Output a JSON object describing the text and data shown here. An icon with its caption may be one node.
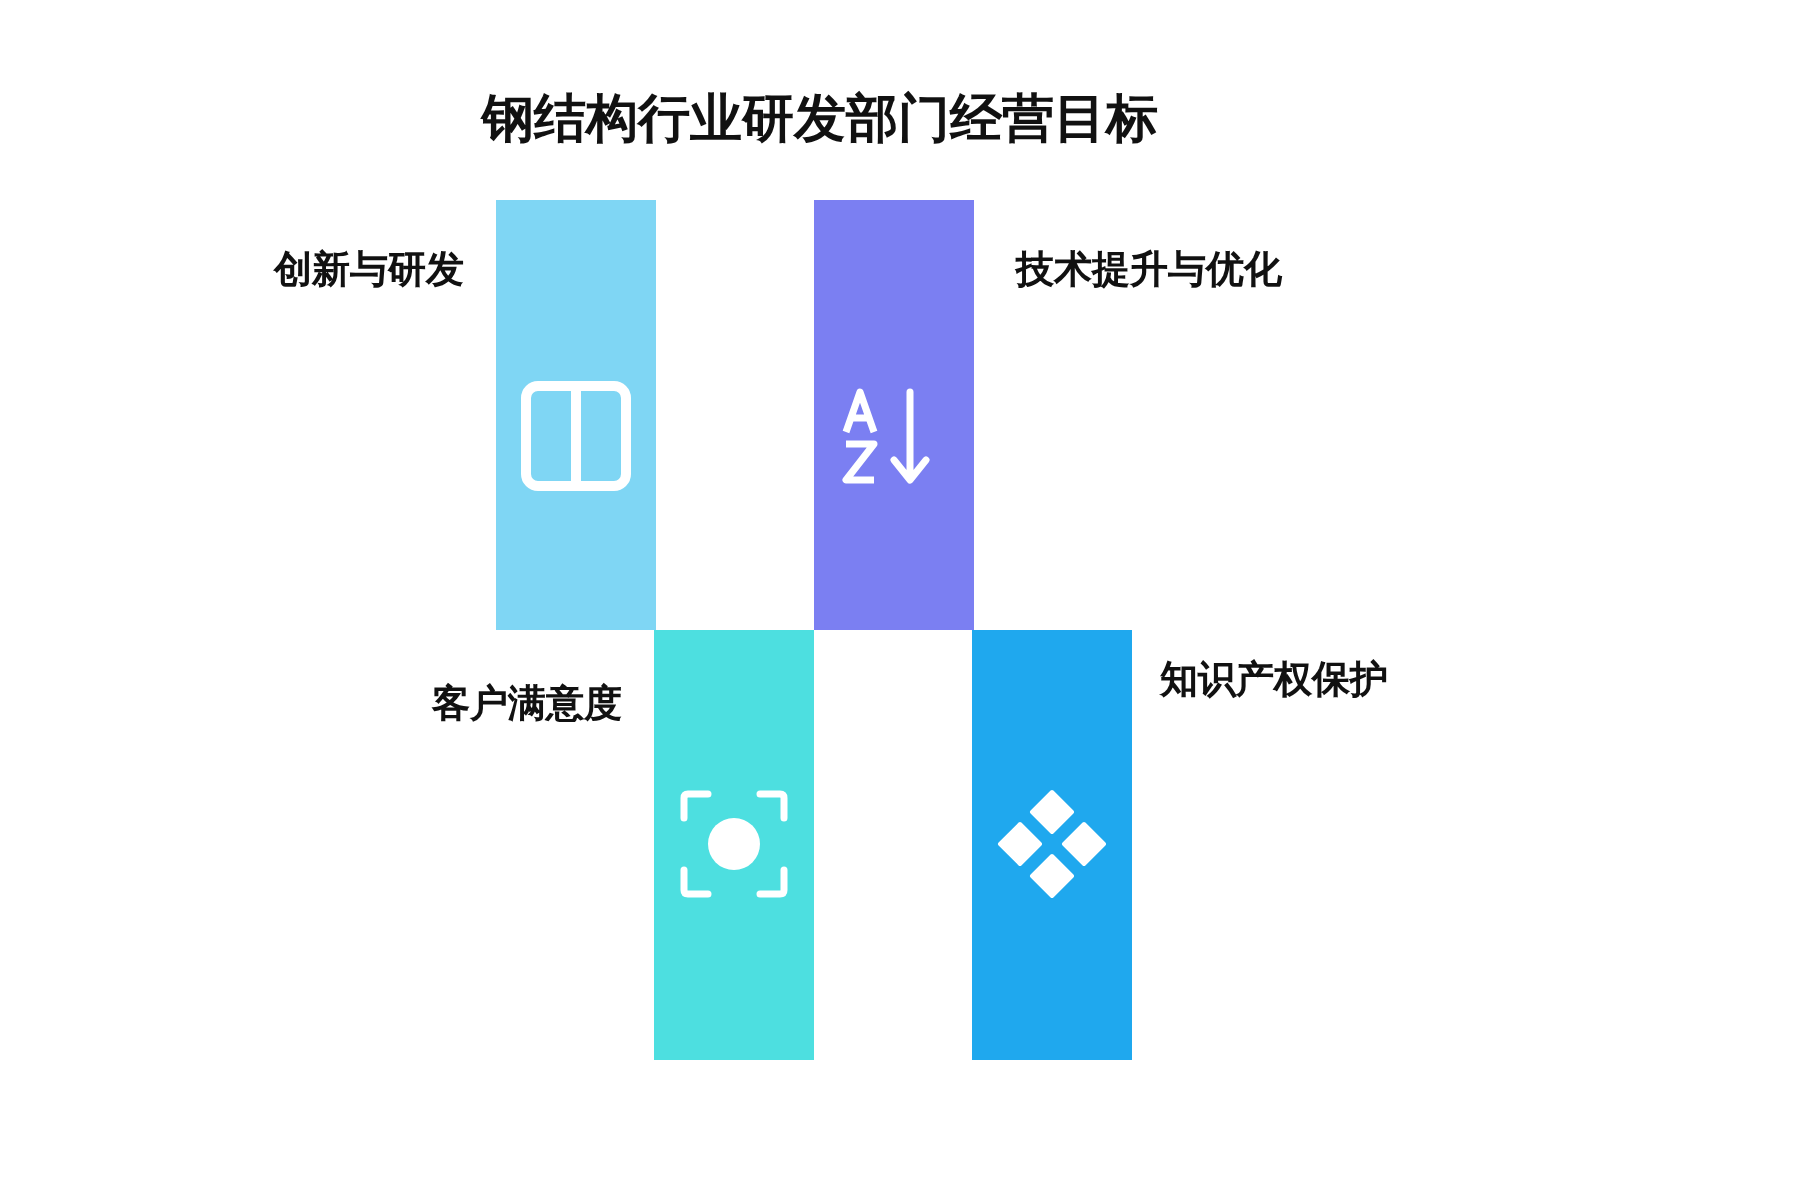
{
  "diagram": {
    "title": "钢结构行业研发部门经营目标",
    "nodes": [
      {
        "text": [
          "创新与研发"
        ]
      },
      {
        "text": [
          "技术提升与优化"
        ]
      },
      {
        "text": [
          "客户满意度"
        ]
      },
      {
        "text": [
          "知识产权保护"
        ]
      }
    ]
  }
}
